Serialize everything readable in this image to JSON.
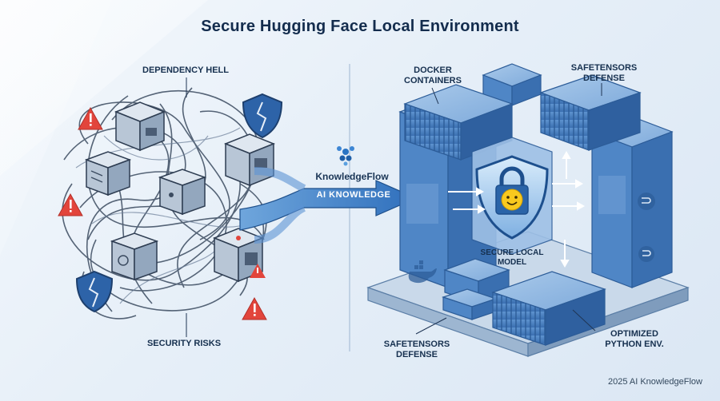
{
  "title": "Secure Hugging Face Local Environment",
  "left": {
    "top_label": "DEPENDENCY HELL",
    "bottom_label": "SECURITY RISKS"
  },
  "bridge": {
    "brand": "KnowledgeFlow",
    "arrow_text": "AI KNOWLEDGE"
  },
  "right": {
    "docker_label": "DOCKER\nCONTAINERS",
    "safetensors_top": "SAFETENSORS\nDEFENSE",
    "safetensors_bottom": "SAFETENSORS\nDEFENSE",
    "optimized": "OPTIMIZED\nPYTHON ENV.",
    "model": "SECURE LOCAL\nMODEL"
  },
  "footer": "2025 AI KnowledgeFlow",
  "colors": {
    "container_blue": "#3f77b8",
    "container_light": "#8db5df",
    "arrow_blue": "#3a7fc9",
    "warning_red": "#e2453c"
  }
}
